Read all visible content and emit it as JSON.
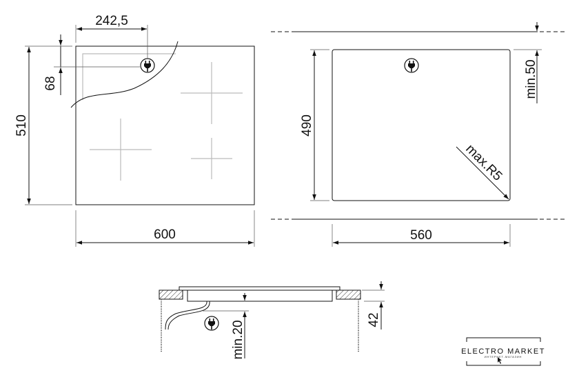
{
  "title": "Hob installation dimensions",
  "top_view": {
    "width": "600",
    "depth": "510",
    "plug_offset_x": "242,5",
    "plug_offset_y": "68"
  },
  "cutout": {
    "width": "560",
    "depth": "490",
    "clearance": "min.50",
    "radius": "max.R5"
  },
  "section": {
    "clearance_below": "min.20",
    "thickness": "42"
  },
  "icons": [
    "plug-icon"
  ],
  "logo": {
    "name": "ELECTRO MARKET",
    "subtitle": "ИНТЕРНЕТ-МАГАЗИН"
  }
}
